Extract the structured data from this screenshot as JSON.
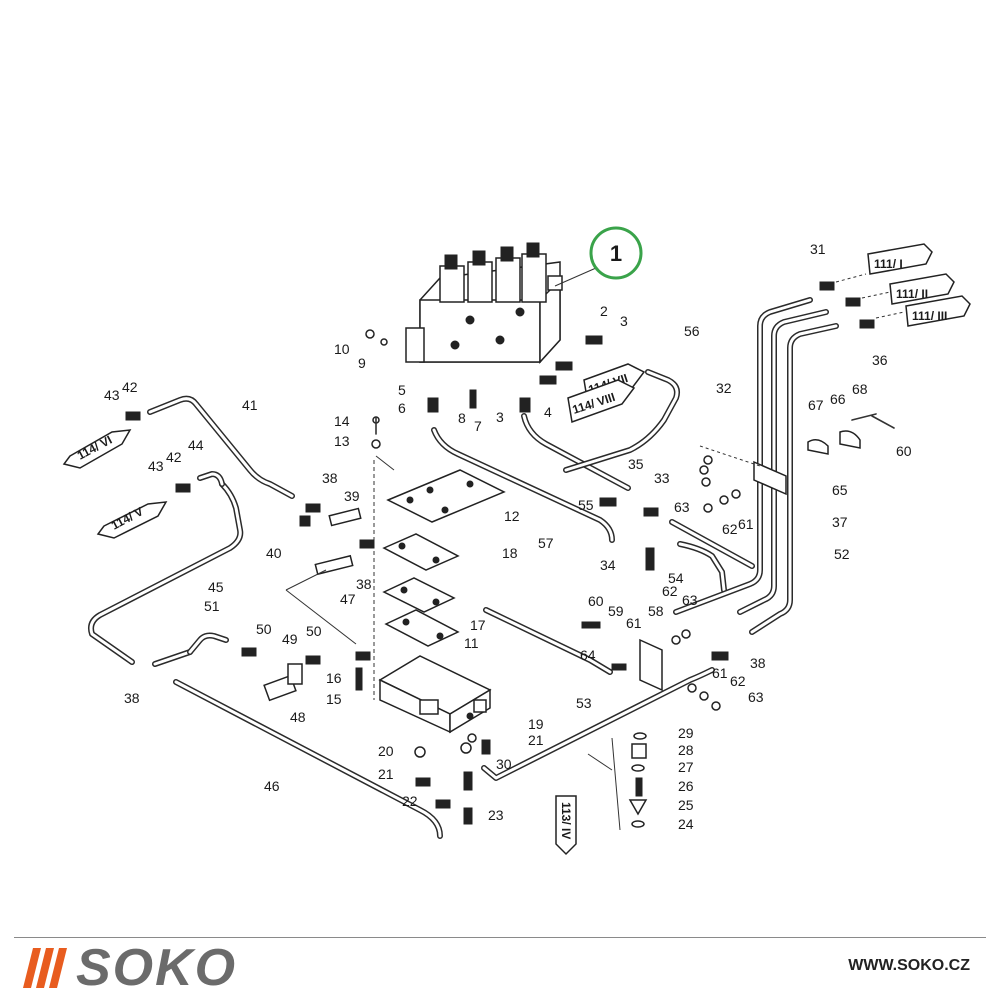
{
  "diagram": {
    "highlight_label": "1",
    "highlight_color": "#3aa34a",
    "part_numbers": [
      "2",
      "3",
      "3",
      "4",
      "5",
      "6",
      "7",
      "8",
      "9",
      "10",
      "11",
      "12",
      "13",
      "14",
      "15",
      "16",
      "17",
      "18",
      "19",
      "20",
      "21",
      "21",
      "22",
      "23",
      "24",
      "25",
      "26",
      "27",
      "28",
      "29",
      "30",
      "31",
      "32",
      "33",
      "34",
      "35",
      "36",
      "37",
      "38",
      "38",
      "38",
      "38",
      "39",
      "40",
      "41",
      "42",
      "42",
      "43",
      "43",
      "44",
      "45",
      "46",
      "47",
      "48",
      "49",
      "50",
      "50",
      "51",
      "52",
      "53",
      "54",
      "55",
      "56",
      "57",
      "58",
      "59",
      "60",
      "60",
      "61",
      "61",
      "61",
      "62",
      "62",
      "62",
      "63",
      "63",
      "63",
      "64",
      "65",
      "66",
      "67",
      "68"
    ],
    "refs": {
      "r111_1": "111/ I",
      "r111_2": "111/ II",
      "r111_3": "111/ III",
      "r114_7": "114/ VII",
      "r114_8": "114/ VIII",
      "r114_6": "114/ VI",
      "r114_5": "114/ V",
      "r113_4": "113/ IV"
    }
  },
  "footer": {
    "logo_text": "SOKO",
    "url": "WWW.SOKO.CZ",
    "brand_color": "#e85c1f"
  }
}
